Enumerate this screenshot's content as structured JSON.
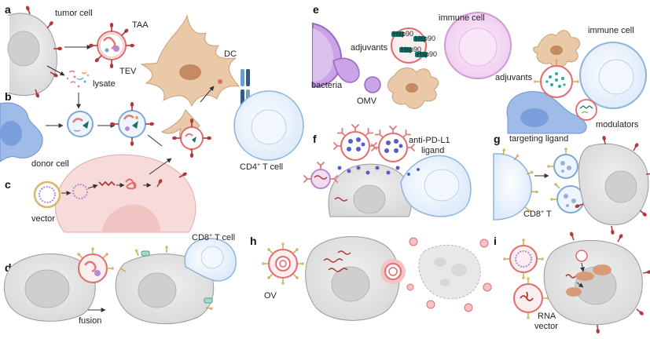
{
  "panels": {
    "a": {
      "letter": "a",
      "tumor_cell": "tumor cell",
      "taa": "TAA",
      "tev": "TEV",
      "lysate": "lysate",
      "dc": "DC"
    },
    "b": {
      "letter": "b",
      "donor_cell": "donor cell",
      "cd4": "CD4",
      "cd4_sup": "+",
      "cd4_tail": " T cell"
    },
    "c": {
      "letter": "c",
      "vector": "vector"
    },
    "d": {
      "letter": "d",
      "cd8": "CD8",
      "cd8_sup": "+",
      "cd8_tail": " T cell",
      "fusion": "fusion"
    },
    "e": {
      "letter": "e",
      "immune_cell_1": "immune cell",
      "adjuvants_1": "adjuvants",
      "bacteria": "bacteria",
      "omv": "OMV",
      "immune_cell_2": "immune cell",
      "adjuvants_2": "adjuvants",
      "modulators": "modulators",
      "hsp": "Hsp90"
    },
    "f": {
      "letter": "f",
      "anti_pd_l1_line1": "anti-PD-L1",
      "anti_pd_l1_line2": "ligand"
    },
    "g": {
      "letter": "g",
      "targeting_ligand": "targeting ligand",
      "cd8t": "CD8",
      "cd8t_sup": "+",
      "cd8t_tail": " T"
    },
    "h": {
      "letter": "h",
      "ov": "OV"
    },
    "i": {
      "letter": "i",
      "rna_vector_line1": "RNA",
      "rna_vector_line2": "vector"
    }
  },
  "colors": {
    "tumor_fill": "#e3e3e3",
    "tumor_stroke": "#9a9a9a",
    "dc_fill": "#e9c9a8",
    "dc_stroke": "#c9a07a",
    "tcell_fill": "#eaf3fd",
    "tcell_stroke": "#8fb4dc",
    "donor_fill": "#9fbbe8",
    "donor_stroke": "#6f93cf",
    "pink_cell": "#f7dada",
    "pink_stroke": "#e8a9a9",
    "ev_stroke": "#e06c6c",
    "receptor": "#b23a3a",
    "immune_fill": "#f3dcf2",
    "immune_stroke": "#cf9ad0",
    "bacteria_fill": "#caa4e6",
    "bacteria_stroke": "#9a69c5",
    "ligand": "#d7b86a",
    "dot_blue": "#5b5bc7",
    "teal": "#2aa8a8",
    "green_tip": "#8cc95b"
  }
}
